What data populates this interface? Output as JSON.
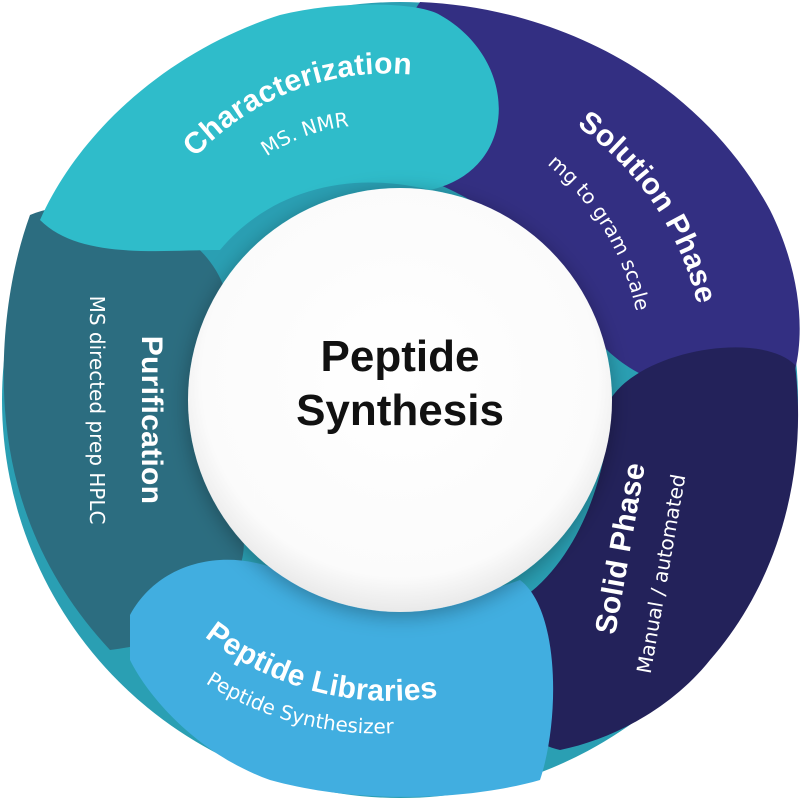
{
  "diagram": {
    "center": {
      "line1": "Peptide",
      "line2": "Synthesis"
    },
    "segments": [
      {
        "title": "Characterization",
        "subtitle": "MS. NMR",
        "color": "#2fbcca"
      },
      {
        "title": "Solution Phase",
        "subtitle": "mg to gram scale",
        "color": "#332f82"
      },
      {
        "title": "Solid Phase",
        "subtitle": "Manual / automated",
        "color": "#23225a"
      },
      {
        "title": "Peptide Libraries",
        "subtitle": "Peptide Synthesizer",
        "color": "#41aee0"
      },
      {
        "title": "Purification",
        "subtitle": "MS directed prep HPLC",
        "color": "#2c6d80"
      }
    ],
    "colors": {
      "outer_ring": "#2a9fb3",
      "center_fill": "#ffffff",
      "center_text": "#111111"
    }
  }
}
